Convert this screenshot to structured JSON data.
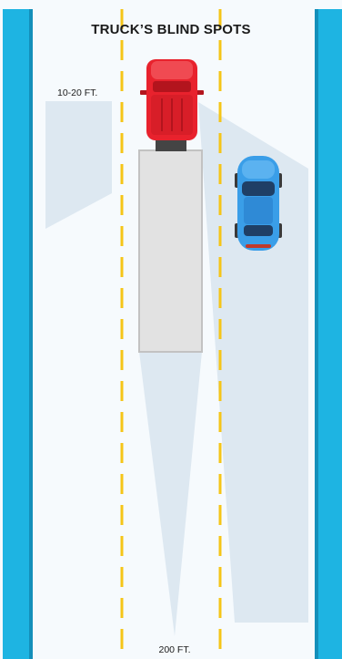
{
  "diagram": {
    "title": "TRUCK’S BLIND SPOTS",
    "side_blind_spot_label": "10-20 FT.",
    "rear_blind_spot_label": "200 FT."
  },
  "colors": {
    "road": "#f6fafd",
    "road_edge": "#1eb4e2",
    "road_edge_dark": "#148fba",
    "lane_line": "#f5c518",
    "blind_spot": "#dde8f1",
    "trailer_fill": "#e2e2e2",
    "trailer_stroke": "#c2c2c2",
    "truck_cab": "#e8222d",
    "truck_cab_dark": "#b3141d",
    "car_body": "#3a9ee8",
    "car_dark": "#1f6fb8",
    "tire": "#3a3a3a"
  }
}
